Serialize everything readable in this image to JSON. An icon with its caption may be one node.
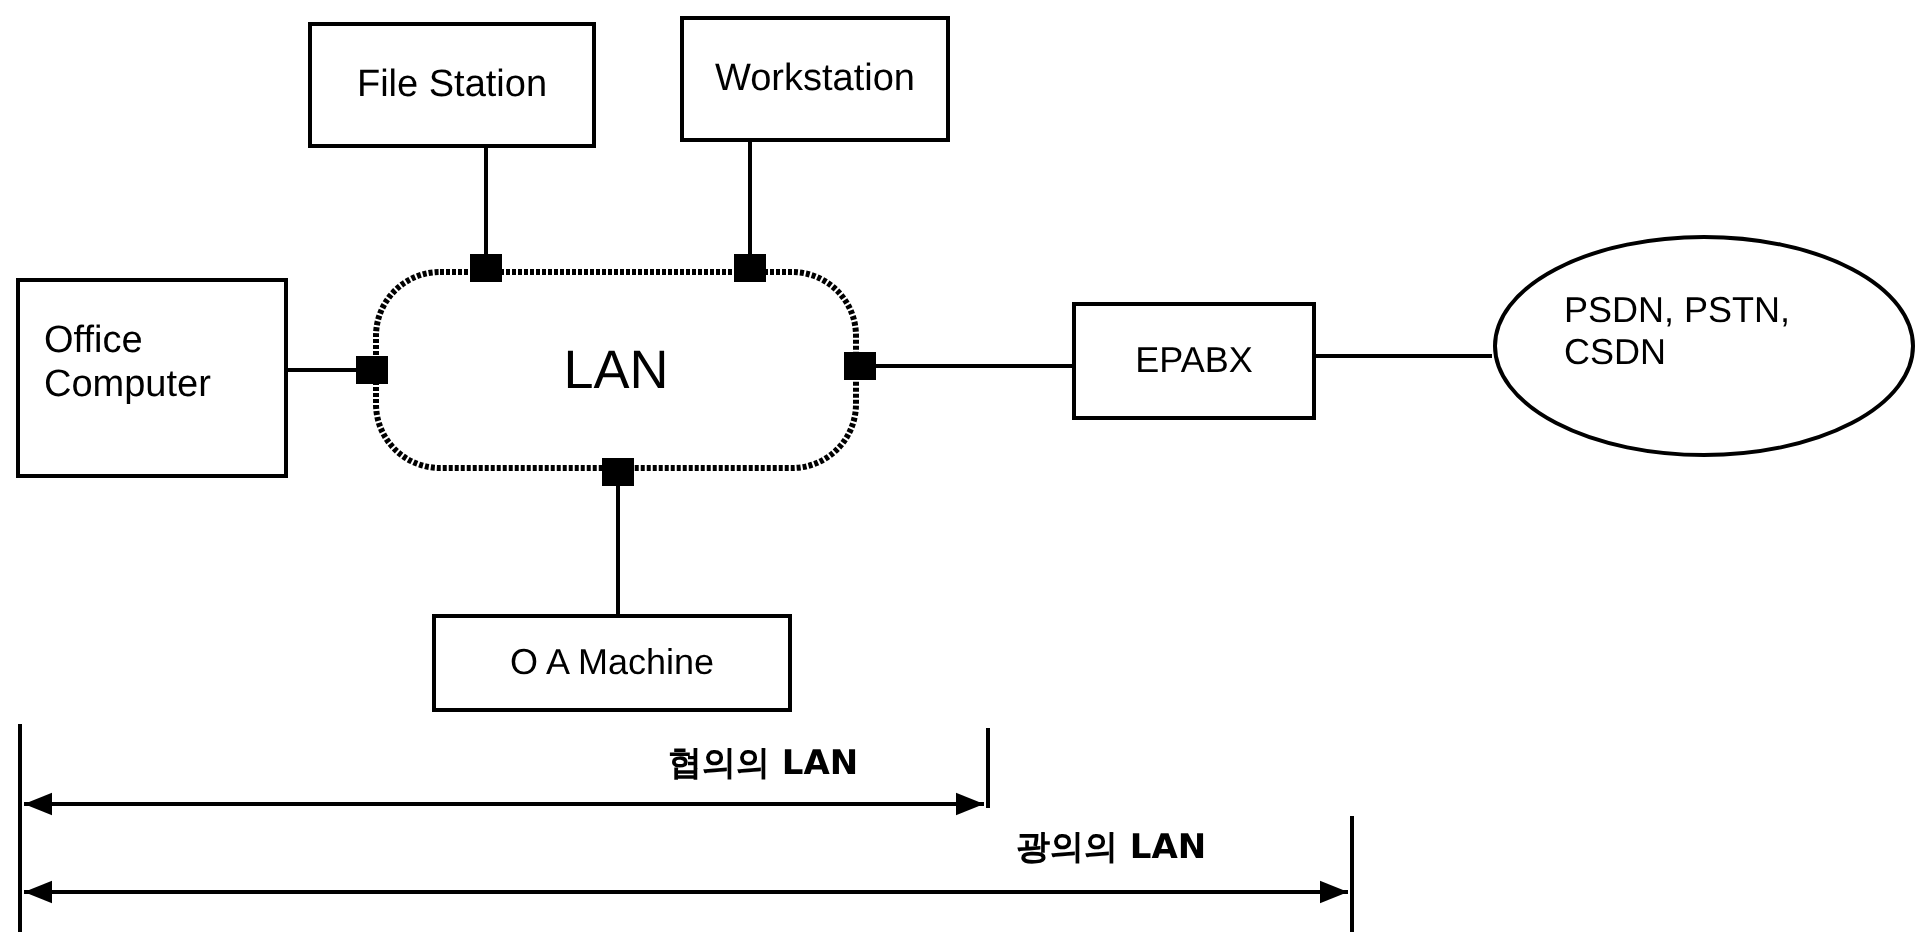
{
  "diagram": {
    "nodes": [
      {
        "text": [
          "File Station"
        ]
      },
      {
        "text": [
          "Workstation"
        ]
      },
      {
        "text": [
          "Office Computer"
        ]
      },
      {
        "text": [
          "LAN"
        ]
      },
      {
        "text": [
          "EPABX"
        ]
      },
      {
        "text": [
          "PSDN, PSTN, CSDN"
        ]
      },
      {
        "text": [
          "O A Machine"
        ]
      }
    ],
    "edges": [
      {
        "from": 0,
        "to": 3,
        "arrow": "other"
      },
      {
        "from": 1,
        "to": 3,
        "arrow": "other"
      },
      {
        "from": 2,
        "to": 3,
        "arrow": "other"
      },
      {
        "from": 4,
        "to": 3,
        "arrow": "other"
      },
      {
        "from": 4,
        "to": 5,
        "arrow": "none"
      },
      {
        "from": 6,
        "to": 3,
        "arrow": "other"
      }
    ],
    "labels": [
      "협의의 LAN",
      "광의의 LAN"
    ]
  }
}
